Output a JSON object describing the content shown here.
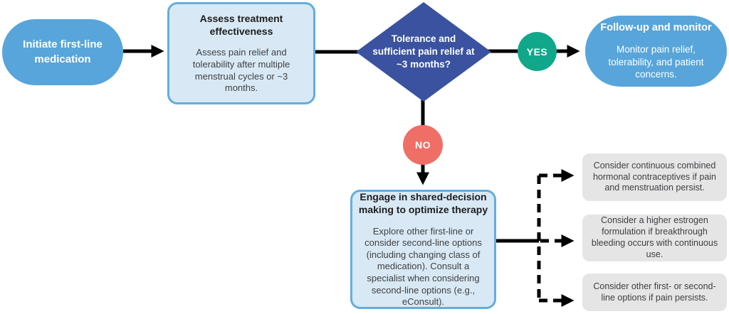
{
  "figure": {
    "type": "flowchart",
    "description": "Treatment pathway flowchart for first-line medication with decision point and follow-up branches"
  },
  "colors": {
    "pill_blue": "#57A5DA",
    "lightbox_fill": "#D8E9F5",
    "lightbox_border": "#63ADDF",
    "diamond_blue": "#3A529F",
    "yes_green": "#10A78B",
    "no_coral": "#EF6F66",
    "gray_fill": "#E5E5E6",
    "body_text": "#3F3F42",
    "title_text": "#1C1C1E",
    "arrow_black": "#000000",
    "white_text": "#FFFFFF"
  },
  "nodes": {
    "start": {
      "label": "Initiate first-line medication"
    },
    "assess": {
      "title": "Assess treatment effectiveness",
      "body": "Assess pain relief and tolerability after multiple menstrual cycles or ~3 months."
    },
    "decision": {
      "label": "Tolerance and sufficient pain relief at ~3 months?"
    },
    "yes_badge": {
      "label": "YES"
    },
    "no_badge": {
      "label": "NO"
    },
    "followup": {
      "title": "Follow-up and monitor",
      "body": "Monitor pain relief, tolerability, and patient concerns."
    },
    "engage": {
      "title": "Engage in shared-decision making to optimize therapy",
      "body": "Explore other first-line or consider second-line options (including changing class of medication). Consult a specialist when considering second-line options (e.g., eConsult)."
    },
    "options": [
      {
        "text": "Consider continuous combined hormonal contraceptives if pain and menstruation persist."
      },
      {
        "text": "Consider a higher estrogen formulation if breakthrough bleeding occurs with continuous use."
      },
      {
        "text": "Consider other first- or second-line options if pain persists."
      }
    ]
  }
}
